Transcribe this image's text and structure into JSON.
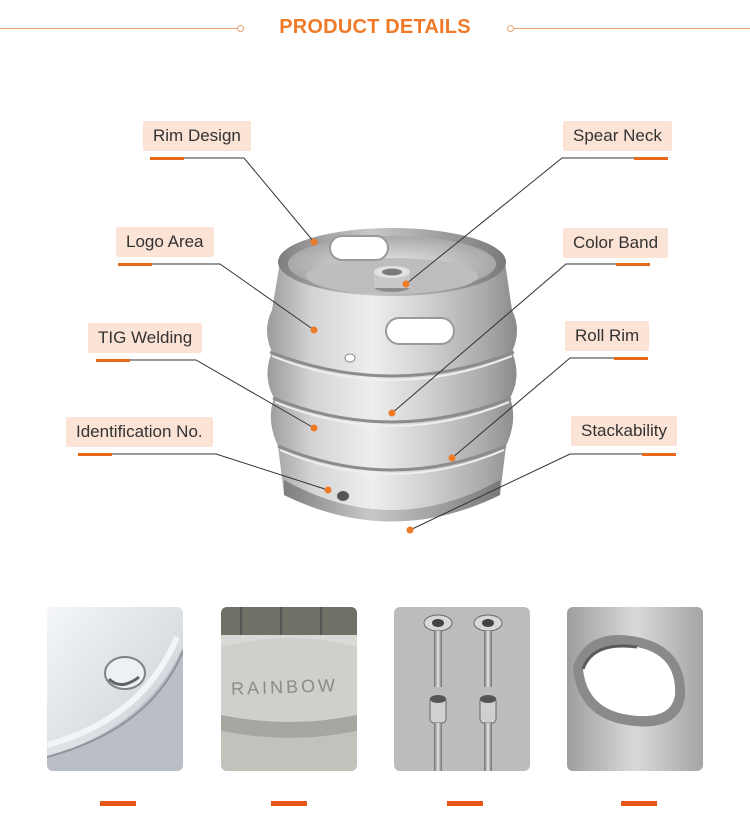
{
  "header": {
    "title": "PRODUCT DETAILS"
  },
  "labels": {
    "rim_design": "Rim Design",
    "logo_area": "Logo Area",
    "tig_welding": "TIG Welding",
    "identification_no": "Identification No.",
    "spear_neck": "Spear Neck",
    "color_band": "Color Band",
    "roll_rim": "Roll Rim",
    "stackability": "Stackability"
  },
  "thumbnails": {
    "logo_text": "RAINBOW"
  },
  "colors": {
    "accent": "#f07a28",
    "label_bg": "#fbe3d6",
    "bar": "#e8561a"
  }
}
